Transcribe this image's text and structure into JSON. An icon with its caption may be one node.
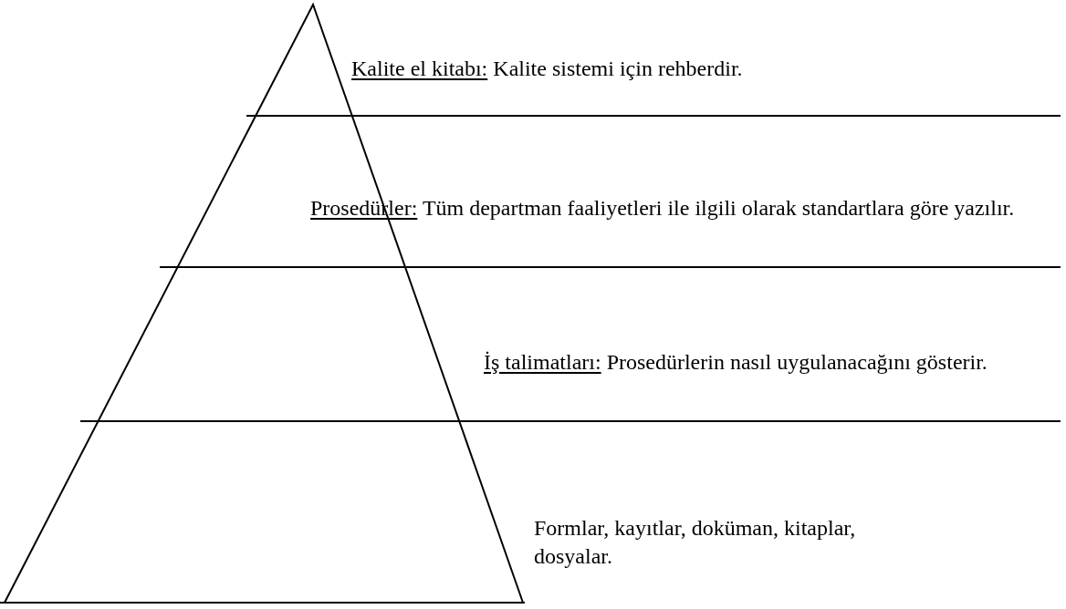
{
  "diagram": {
    "nodes": [
      {
        "text": [
          "Kalite el kitabı:",
          "Kalite sistemi için rehberdir."
        ]
      },
      {
        "text": [
          "Prosedürler:",
          "Tüm departman faaliyetleri ile ilgili olarak standartlara göre yazılır."
        ]
      },
      {
        "text": [
          "İş talimatları:",
          "Prosedürlerin nasıl uygulanacağını gösterir."
        ]
      },
      {
        "text": [
          "Formlar, kayıtlar, doküman, kitaplar, dosyalar."
        ]
      }
    ],
    "edges": []
  }
}
